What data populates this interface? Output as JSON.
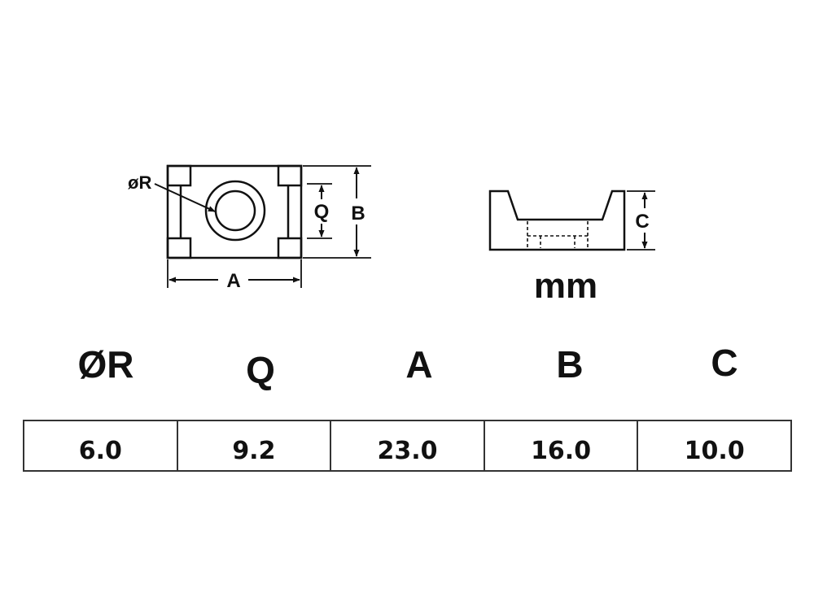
{
  "top_view": {
    "label_r": "øR",
    "label_q": "Q",
    "label_b": "B",
    "label_a": "A"
  },
  "side_view": {
    "label_c": "C"
  },
  "unit": "mm",
  "table": {
    "headers": [
      "ØR",
      "Q",
      "A",
      "B",
      "C"
    ],
    "values": [
      "6.0",
      "9.2",
      "23.0",
      "16.0",
      "10.0"
    ]
  }
}
